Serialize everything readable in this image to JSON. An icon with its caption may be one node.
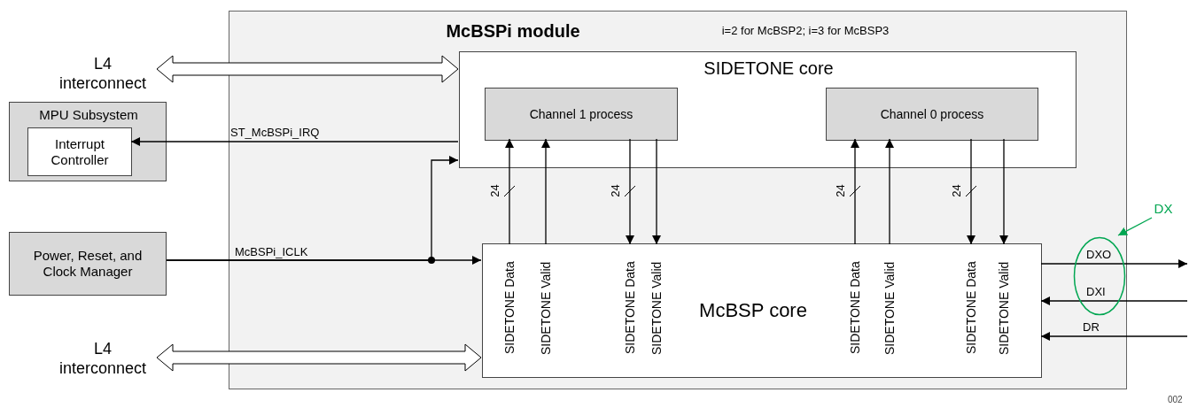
{
  "diagram": {
    "nodes": [
      {
        "text": [
          "McBSPi module",
          "i=2 for McBSP2; i=3 for McBSP3"
        ]
      },
      {
        "text": [
          "L4 interconnect"
        ]
      },
      {
        "text": [
          "SIDETONE core"
        ],
        "in": 0
      },
      {
        "text": [
          "Channel 1 process"
        ],
        "in": 2
      },
      {
        "text": [
          "Channel 0 process"
        ],
        "in": 2
      },
      {
        "text": [
          "MPU Subsystem"
        ]
      },
      {
        "text": [
          "Interrupt Controller"
        ],
        "in": 5
      },
      {
        "text": [
          "Power, Reset, and Clock Manager"
        ]
      },
      {
        "text": [
          "McBSP core"
        ],
        "in": 0
      },
      {
        "text": [
          "SIDETONE Data"
        ],
        "in": 8
      },
      {
        "text": [
          "SIDETONE Valid"
        ],
        "in": 8
      },
      {
        "text": [
          "SIDETONE Data"
        ],
        "in": 8
      },
      {
        "text": [
          "SIDETONE Valid"
        ],
        "in": 8
      },
      {
        "text": [
          "SIDETONE Data"
        ],
        "in": 8
      },
      {
        "text": [
          "SIDETONE Valid"
        ],
        "in": 8
      },
      {
        "text": [
          "SIDETONE Data"
        ],
        "in": 8
      },
      {
        "text": [
          "SIDETONE Valid"
        ],
        "in": 8
      },
      {
        "text": [
          "L4 interconnect"
        ]
      },
      {
        "text": [
          "DX"
        ]
      },
      {
        "text": [],
        "shape": "circle",
        "in": 0
      }
    ],
    "edges": [
      {
        "from": 1,
        "to": 2,
        "arrow": "both",
        "style": "thick"
      },
      {
        "from": 17,
        "to": 8,
        "arrow": "both",
        "style": "thick"
      },
      {
        "from": 2,
        "to": 6,
        "arrow": "to",
        "label": "ST_McBSPi_IRQ"
      },
      {
        "from": 7,
        "to": 8,
        "arrow": "to",
        "label": "McBSPi_ICLK"
      },
      {
        "from": 7,
        "to": 2,
        "arrow": "to"
      },
      {
        "from": 9,
        "to": 3,
        "arrow": "to",
        "label": "24"
      },
      {
        "from": 10,
        "to": 3,
        "arrow": "to"
      },
      {
        "from": 3,
        "to": 11,
        "arrow": "to",
        "label": "24"
      },
      {
        "from": 3,
        "to": 12,
        "arrow": "to"
      },
      {
        "from": 13,
        "to": 4,
        "arrow": "to",
        "label": "24"
      },
      {
        "from": 14,
        "to": 4,
        "arrow": "to"
      },
      {
        "from": 4,
        "to": 15,
        "arrow": "to",
        "label": "24"
      },
      {
        "from": 4,
        "to": 16,
        "arrow": "to"
      },
      {
        "from": 8,
        "to": null,
        "arrow": "to",
        "label": "DXO"
      },
      {
        "from": null,
        "to": 8,
        "arrow": "to",
        "label": "DXI"
      },
      {
        "from": null,
        "to": 8,
        "arrow": "to",
        "label": "DR"
      },
      {
        "from": 18,
        "to": 19,
        "arrow": "to",
        "color": "#00a651"
      }
    ],
    "labels": [
      "002"
    ]
  }
}
